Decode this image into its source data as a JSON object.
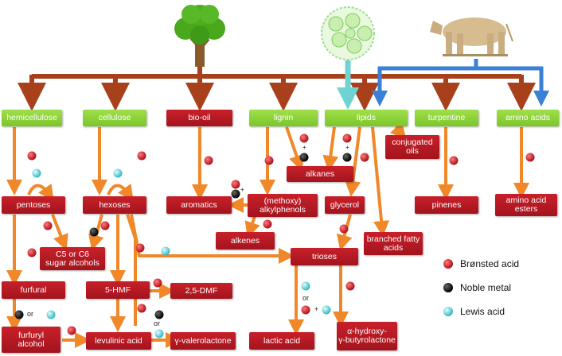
{
  "sources": {
    "hemicellulose": "hemicellulose",
    "cellulose": "cellulose",
    "bio_oil": "bio-oil",
    "lignin": "lignin",
    "lipids": "lipids",
    "turpentine": "turpentine",
    "amino_acids": "amino acids"
  },
  "products": {
    "pentoses": "pentoses",
    "hexoses": "hexoses",
    "aromatics": "aromatics",
    "methoxy_line1": "(methoxy)",
    "methoxy_line2": "alkylphenols",
    "alkanes": "alkanes",
    "conjugated_line1": "conjugated",
    "conjugated_line2": "oils",
    "glycerol": "glycerol",
    "pinenes": "pinenes",
    "amino_esters_line1": "amino acid",
    "amino_esters_line2": "esters",
    "alkenes": "alkenes",
    "sugar_alcohols_line1": "C5 or C6",
    "sugar_alcohols_line2": "sugar alcohols",
    "trioses": "trioses",
    "branched_line1": "branched fatty",
    "branched_line2": "acids",
    "furfural": "furfural",
    "hmf": "5-HMF",
    "dmf": "2,5-DMF",
    "furfuryl_line1": "furfuryl",
    "furfuryl_line2": "alcohol",
    "levulinic": "levulinic acid",
    "gvl": "γ-valerolactone",
    "lactic": "lactic acid",
    "hbl_line1": "α-hydroxy-",
    "hbl_line2": "γ-butyrolactone"
  },
  "annotations": {
    "or": "or",
    "plus": "+"
  },
  "legend": {
    "bronsted": "Brønsted acid",
    "noble": "Noble metal",
    "lewis": "Lewis acid"
  },
  "colors": {
    "bronsted": "#d4202c",
    "noble": "#000000",
    "lewis": "#5fd0d6",
    "source_box": "#8ed23a",
    "product_box": "#b81a23",
    "trunk_arrow": "#a8401b",
    "flow_arrow": "#f0882a",
    "algae_arrow": "#6fd3d3",
    "cow_arrow": "#3a7fd8"
  },
  "icons": {
    "tree": "tree-icon",
    "algae": "algae-icon",
    "cow": "cow-icon"
  }
}
